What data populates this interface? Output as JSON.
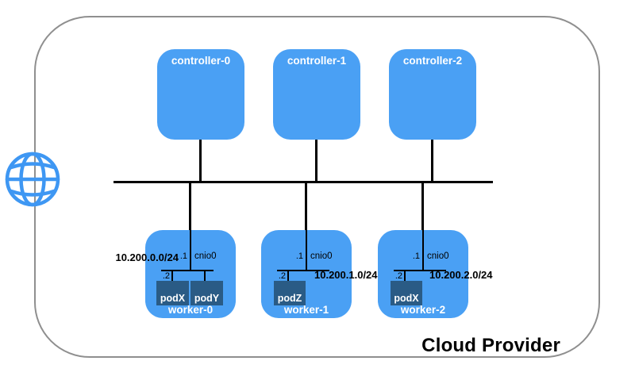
{
  "title": "Cloud Provider",
  "colors": {
    "node_blue": "#4aa0f4",
    "pod_blue": "#2a5b85",
    "line_black": "#000000",
    "border_gray": "#8f8f8f",
    "globe_blue": "#3e97f3",
    "label_white": "#ffffff"
  },
  "controllers": [
    {
      "name": "controller-0"
    },
    {
      "name": "controller-1"
    },
    {
      "name": "controller-2"
    }
  ],
  "workers": [
    {
      "name": "worker-0",
      "bridge": "cnio0",
      "host_ip": ".1",
      "pod_ip": ".2",
      "subnet": "10.200.0.0/24",
      "pods": [
        {
          "name": "podX"
        },
        {
          "name": "podY"
        }
      ]
    },
    {
      "name": "worker-1",
      "bridge": "cnio0",
      "host_ip": ".1",
      "pod_ip": ".2",
      "subnet": "10.200.1.0/24",
      "pods": [
        {
          "name": "podZ"
        }
      ]
    },
    {
      "name": "worker-2",
      "bridge": "cnio0",
      "host_ip": ".1",
      "pod_ip": ".2",
      "subnet": "10.200.2.0/24",
      "pods": [
        {
          "name": "podX"
        }
      ]
    }
  ]
}
